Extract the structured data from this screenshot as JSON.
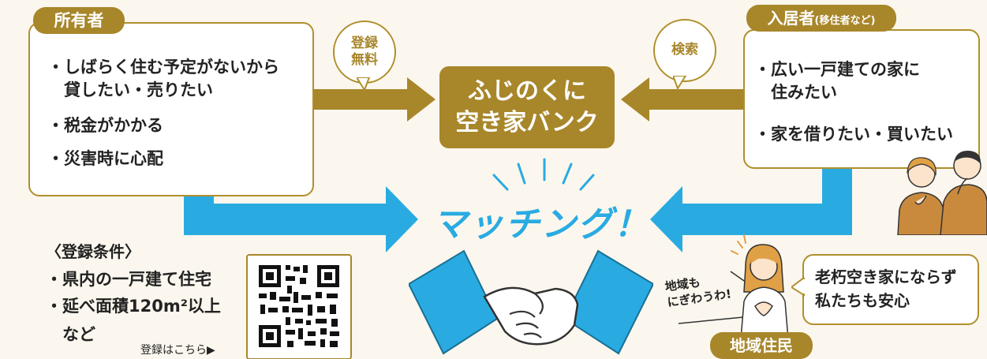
{
  "owner": {
    "tag": "所有者",
    "items": [
      "・しばらく住む予定がないから",
      "　貸したい・売りたい",
      "・税金がかかる",
      "・災害時に心配"
    ]
  },
  "bubble_left": {
    "line1": "登録",
    "line2": "無料"
  },
  "bubble_right": {
    "text": "検索"
  },
  "center": {
    "line1": "ふじのくに",
    "line2": "空き家バンク"
  },
  "resident": {
    "tag_main": "入居者",
    "tag_sub": "(移住者など)",
    "items": [
      "・広い一戸建ての家に",
      "　住みたい",
      "・家を借りたい・買いたい"
    ]
  },
  "matching": {
    "text": "マッチング！"
  },
  "conditions": {
    "heading": "〈登録条件〉",
    "items": [
      "・県内の一戸建て住宅",
      "・延べ面積120m²以上",
      "　など"
    ],
    "qr_caption": "登録はこちら▶"
  },
  "community": {
    "lively_line1": "地域も",
    "lively_line2": "にぎわうわ!",
    "message_line1": "老朽空き家にならず",
    "message_line2": "私たちも安心",
    "tag": "地域住民"
  },
  "colors": {
    "gold": "#a8862a",
    "blue": "#29abe2",
    "background": "#fbf7ee"
  }
}
